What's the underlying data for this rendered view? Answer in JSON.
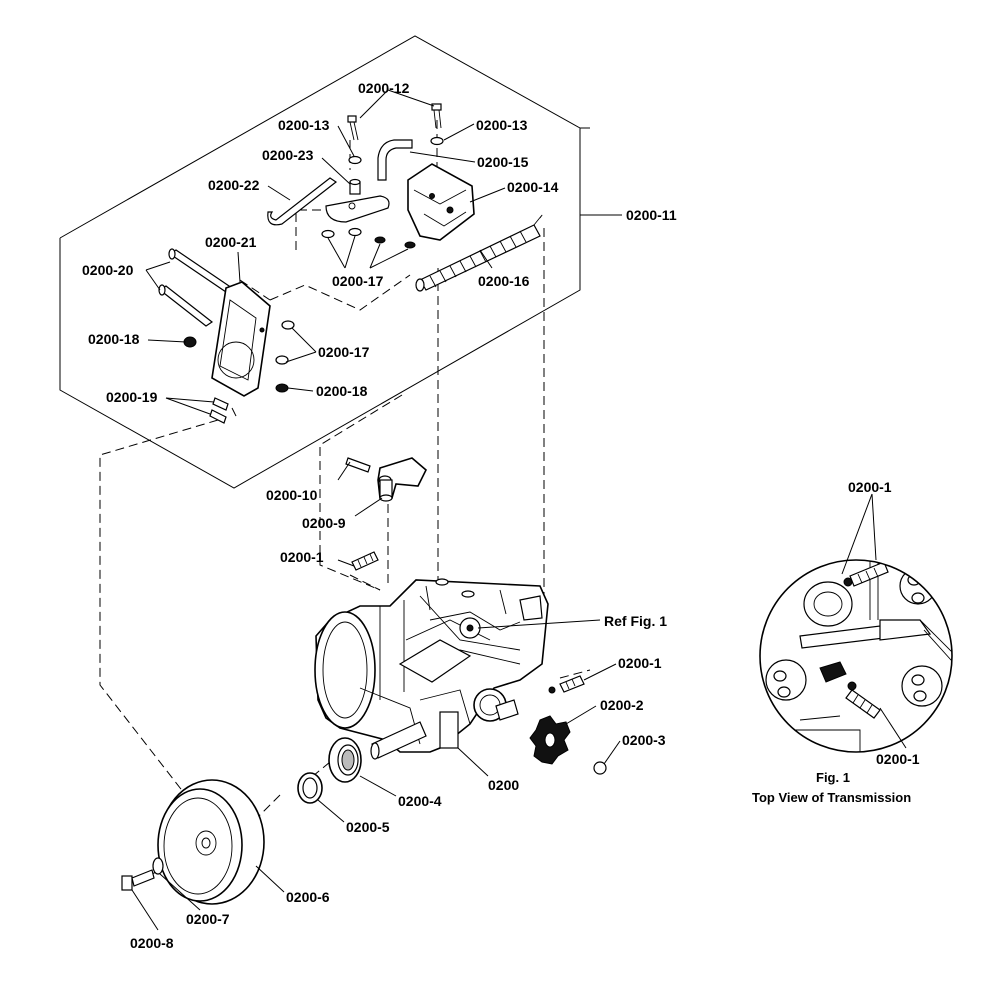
{
  "labels": {
    "p12": "0200-12",
    "p13a": "0200-13",
    "p13b": "0200-13",
    "p23": "0200-23",
    "p15": "0200-15",
    "p22": "0200-22",
    "p14": "0200-14",
    "p11": "0200-11",
    "p21": "0200-21",
    "p20": "0200-20",
    "p17a": "0200-17",
    "p16": "0200-16",
    "p18a": "0200-18",
    "p17b": "0200-17",
    "p19": "0200-19",
    "p18b": "0200-18",
    "p10": "0200-10",
    "p9": "0200-9",
    "p1a": "0200-1",
    "ref": "Ref Fig. 1",
    "p1b": "0200-1",
    "p2": "0200-2",
    "p3": "0200-3",
    "p0": "0200",
    "p4": "0200-4",
    "p5": "0200-5",
    "p6": "0200-6",
    "p7": "0200-7",
    "p8": "0200-8",
    "inset1": "0200-1",
    "inset2": "0200-1"
  },
  "figure": {
    "caption_title": "Fig. 1",
    "caption_sub": "Top View of Transmission"
  }
}
